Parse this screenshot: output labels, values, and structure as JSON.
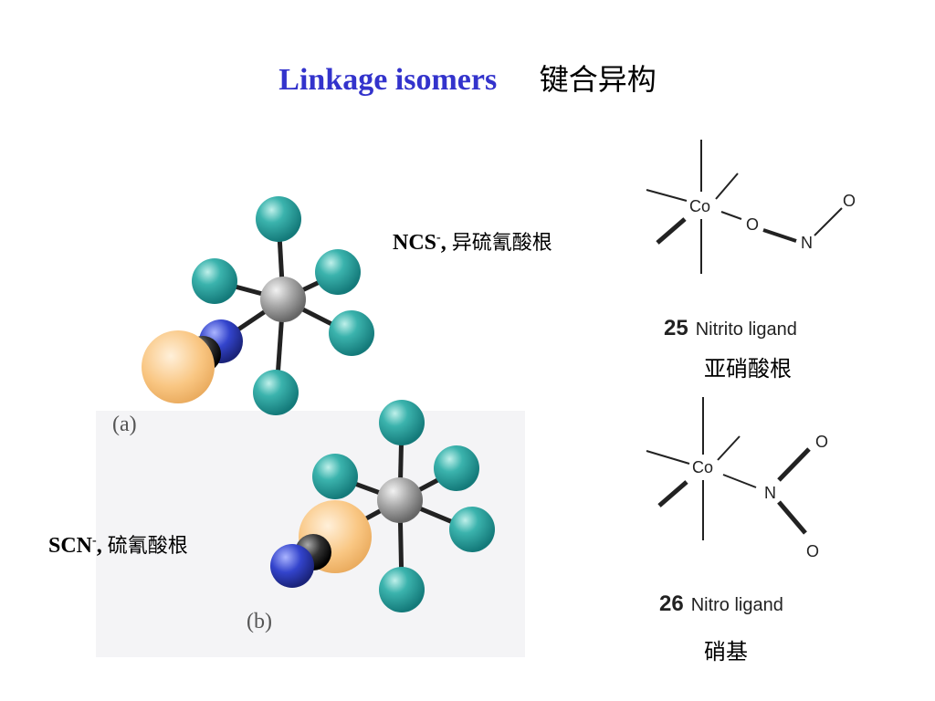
{
  "title": {
    "en": "Linkage isomers",
    "cn": "键合异构"
  },
  "left": {
    "ncs_label": {
      "formula": "NCS",
      "sup": "-",
      "sep": ",",
      "cn": "异硫氰酸根"
    },
    "scn_label": {
      "formula": "SCN",
      "sup": "-",
      "sep": ",",
      "cn": "硫氰酸根"
    },
    "fig_a": "(a)",
    "fig_b": "(b)"
  },
  "right": {
    "s25": {
      "num": "25",
      "name": "Nitrito ligand",
      "cn": "亚硝酸根",
      "atoms": {
        "co": "Co",
        "o1": "O",
        "n": "N",
        "o2": "O"
      }
    },
    "s26": {
      "num": "26",
      "name": "Nitro ligand",
      "cn": "硝基",
      "atoms": {
        "co": "Co",
        "n": "N",
        "o1": "O",
        "o2": "O"
      }
    }
  },
  "colors": {
    "title_en": "#3333cc",
    "ligand_teal": "#2aa3a0",
    "metal_gray": "#9a9a9a",
    "sulfur_orange": "#f7c27a",
    "nitrogen_blue": "#3344cc",
    "carbon_black": "#222222"
  }
}
